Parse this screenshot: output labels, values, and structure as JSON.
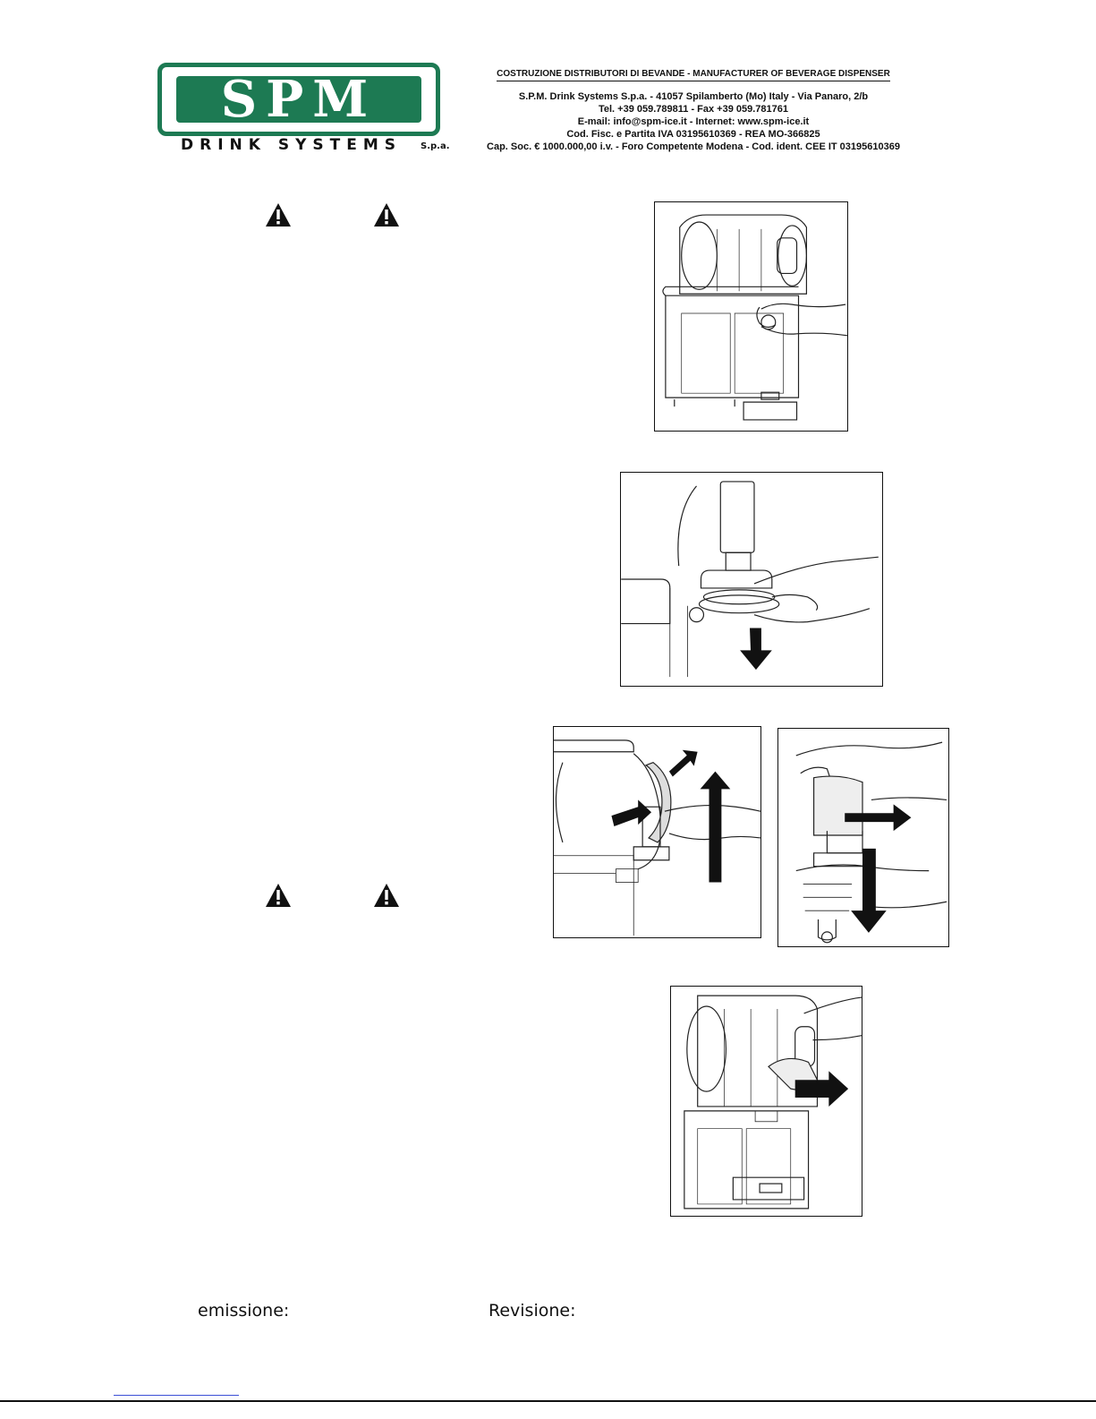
{
  "header": {
    "logo": {
      "main": "SPM",
      "sub": "DRINK SYSTEMS",
      "suffix": "S.p.a."
    },
    "tagline": "COSTRUZIONE DISTRIBUTORI DI BEVANDE - MANUFACTURER OF BEVERAGE DISPENSER",
    "address": "S.P.M. Drink Systems S.p.a. - 41057 Spilamberto (Mo) Italy - Via Panaro, 2/b",
    "phone": "Tel. +39 059.789811 - Fax +39 059.781761",
    "contact": "E-mail: info@spm-ice.it - Internet: www.spm-ice.it",
    "fiscal": "Cod. Fisc. e Partita IVA 03195610369 - REA MO-366825",
    "capital": "Cap. Soc. € 1000.000,00 i.v. - Foro Competente Modena - Cod. ident. CEE IT 03195610369"
  },
  "icons": {
    "warning": "warning-triangle-icon",
    "arrow": "arrow-icon"
  },
  "figures": [
    {
      "subject": "machine tap being pulled by hand"
    },
    {
      "subject": "tap base removed with downward arrow"
    },
    {
      "subject": "tap lever unlatched with upward arrow"
    },
    {
      "subject": "tap piston pulled down with arrows"
    },
    {
      "subject": "bowl pulled out with right arrow"
    }
  ],
  "footer": {
    "emission_label": "emissione:",
    "revision_label": "Revisione:"
  },
  "colors": {
    "brand_green": "#1d7a53",
    "ink": "#111111",
    "link_blue": "#3b4fd6"
  }
}
